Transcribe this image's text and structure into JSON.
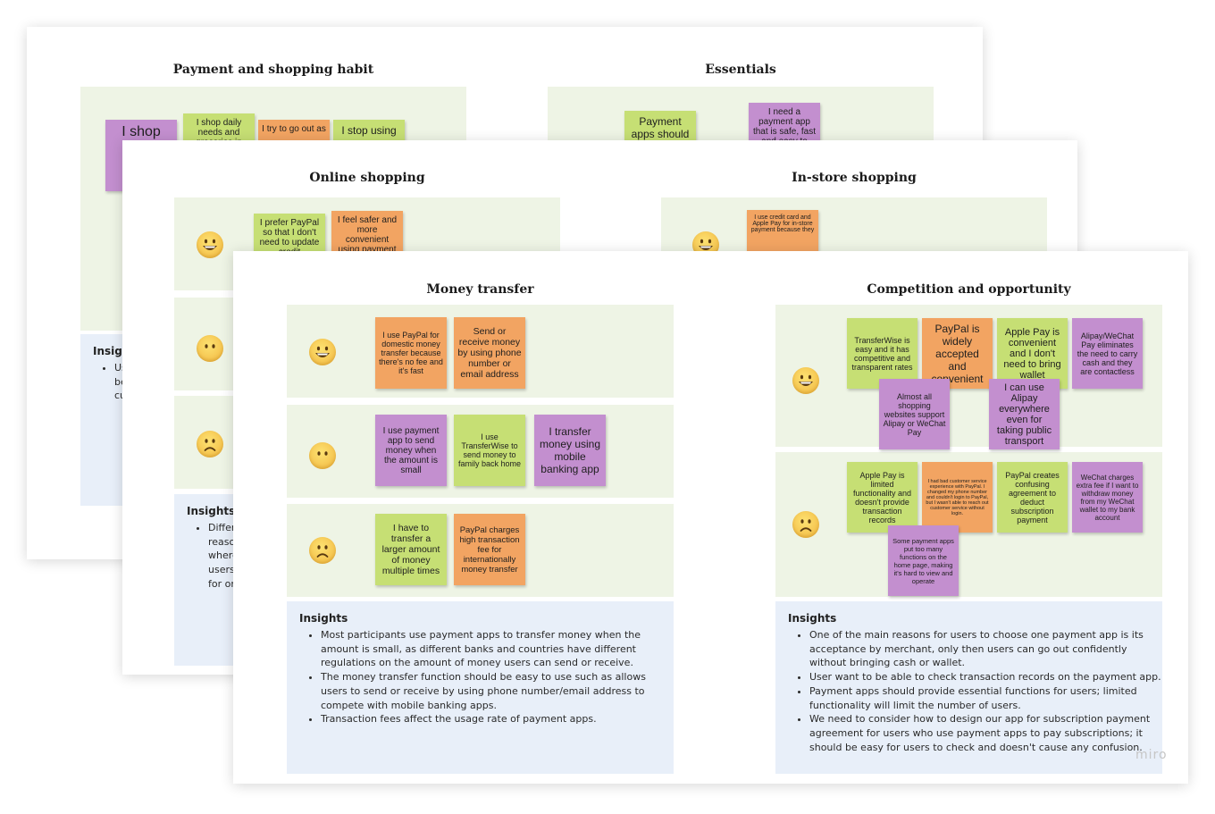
{
  "boards": {
    "back": {
      "left_title": "Payment and shopping habit",
      "right_title": "Essentials",
      "insight_title": "Insigh",
      "insight_items": [
        "Us",
        "be",
        "cu"
      ],
      "notes": [
        "I shop once",
        "I shop daily needs and groceries in",
        "I try to go out as",
        "I stop using",
        "Payment apps should be fast",
        "I need a payment app that is safe, fast and easy to"
      ]
    },
    "middle": {
      "left_title": "Online shopping",
      "right_title": "In-store shopping",
      "insight_title": "Insights",
      "insight_items": [
        "Differ",
        "reaso",
        "where",
        "users",
        "for or"
      ],
      "notes": [
        "I prefer PayPal so that I don't need to update credit",
        "I feel safer and more convenient using payment",
        "I use credit card and Apple Pay for in-store payment because they"
      ]
    },
    "front": {
      "left_title": "Money transfer",
      "right_title": "Competition and opportunity",
      "left_notes": [
        "I use PayPal for domestic money transfer because there's no fee and it's fast",
        "Send or receive money by using phone number or email address",
        "I use payment app to send money when the amount is small",
        "I use TransferWise to send money to family back home",
        "I transfer money using mobile banking app",
        "I have to transfer a larger amount of money multiple times",
        "PayPal charges high transaction fee for internationally money transfer"
      ],
      "right_notes": [
        "TransferWise is easy and it has competitive and transparent rates",
        "PayPal is widely accepted and convenient",
        "Apple Pay is convenient and I don't need to bring wallet",
        "Alipay/WeChat Pay eliminates the need to carry cash and they are contactless",
        "Almost all shopping websites support Alipay or WeChat Pay",
        "I can use Alipay everywhere even for taking public transport",
        "Apple Pay is limited functionality and doesn't provide transaction records",
        "I had bad customer service experience with PayPal. I changed my phone number and couldn't login to PayPal, but I wasn't able to reach out customer service without login.",
        "PayPal creates confusing agreement to deduct subscription payment",
        "WeChat charges extra fee if I want to withdraw money from my WeChat wallet to my bank account",
        "Some payment apps put too many functions on the home page, making it's hard to view and operate"
      ],
      "left_insight_title": "Insights",
      "left_insights": [
        "Most participants use payment apps to transfer money when the amount is small, as different banks and countries have different regulations on the amount of money users can send or receive.",
        "The money transfer function should be easy to use such as allows users to send or receive by using phone number/email address to compete with mobile banking apps.",
        "Transaction fees affect the usage rate of payment apps."
      ],
      "right_insight_title": "Insights",
      "right_insights": [
        "One of the main reasons for users to choose one payment app is its acceptance by merchant, only then users can go out confidently without bringing cash or wallet.",
        "User want to be able to check transaction records on the payment app.",
        "Payment apps should provide essential functions for users; limited functionality will limit the number of users.",
        "We need to consider how to design our app for subscription payment agreement for users who use payment apps to pay subscriptions; it should be easy for users to check and doesn't cause any confusion."
      ]
    }
  },
  "brand": "miro",
  "colors": {
    "sticky_green": "#c6df74",
    "sticky_orange": "#f2a462",
    "sticky_purple": "#c38fcf",
    "zone_green": "#eef4e5",
    "insight_blue": "#e8eff9"
  },
  "icons": [
    "happy-face-icon",
    "neutral-face-icon",
    "sad-face-icon"
  ]
}
